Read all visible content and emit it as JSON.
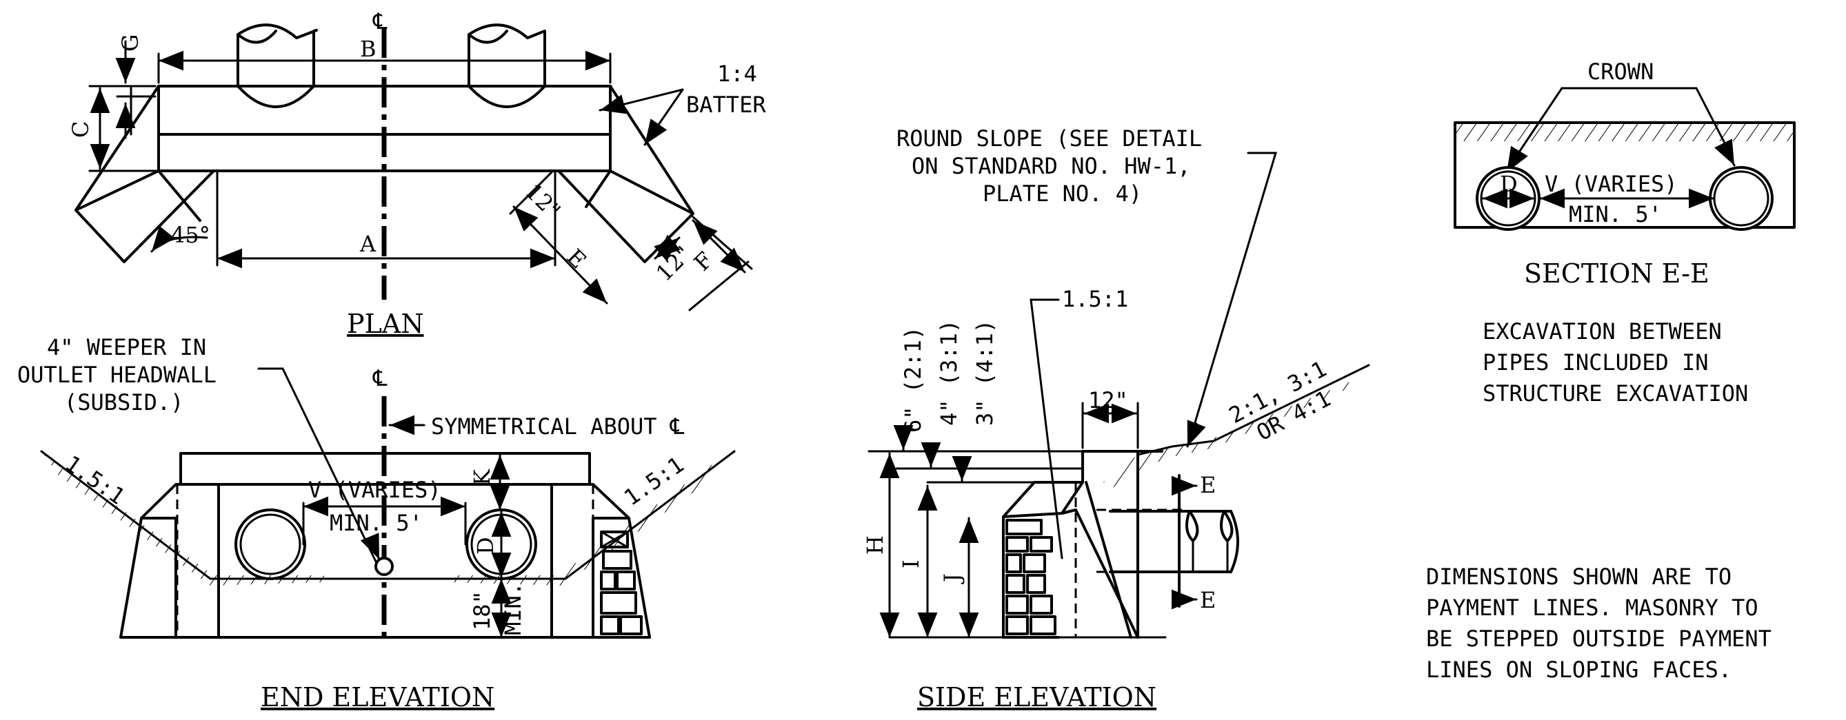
{
  "views": {
    "plan": {
      "title": "PLAN",
      "dim_b": "B",
      "dim_a": "A",
      "dim_c": "C",
      "dim_g": "G",
      "dim_e": "E",
      "dim_f": "F",
      "dim_12a": "12\"",
      "dim_12b": "12\"",
      "angle": "45°",
      "batter_ratio": "1:4",
      "batter_label": "BATTER",
      "centerline": "℄"
    },
    "end_elevation": {
      "title": "END ELEVATION",
      "weeper_line1": "4\" WEEPER IN",
      "weeper_line2": "OUTLET HEADWALL",
      "weeper_line3": "(SUBSID.)",
      "symmetrical": "SYMMETRICAL ABOUT ℄",
      "centerline": "℄",
      "slope_left": "1.5:1",
      "slope_right": "1.5:1",
      "v_varies": "V (VARIES)",
      "min_5": "MIN. 5'",
      "dim_k": "K",
      "dim_d": "D",
      "dim_18": "18\"",
      "dim_min": "MIN."
    },
    "side_elevation": {
      "title": "SIDE ELEVATION",
      "round_slope_line1": "ROUND SLOPE (SEE DETAIL",
      "round_slope_line2": "ON STANDARD NO. HW-1,",
      "round_slope_line3": "PLATE NO. 4)",
      "slope_15": "1.5:1",
      "dim_12": "12\"",
      "slopes_line1": "2:1, 3:1",
      "slopes_line2": "OR 4:1",
      "six_in": "6\" (2:1)",
      "four_in": "4\" (3:1)",
      "three_in": "3\" (4:1)",
      "dim_h": "H",
      "dim_i": "I",
      "dim_j": "J",
      "section_mark_top": "E",
      "section_mark_bottom": "E"
    },
    "section_ee": {
      "title": "SECTION E-E",
      "crown": "CROWN",
      "dim_d": "D",
      "v_varies": "V (VARIES)",
      "min_5": "MIN. 5'"
    }
  },
  "notes": {
    "excavation_line1": "EXCAVATION BETWEEN",
    "excavation_line2": "PIPES INCLUDED IN",
    "excavation_line3": "STRUCTURE EXCAVATION",
    "dimensions_line1": "DIMENSIONS SHOWN ARE TO",
    "dimensions_line2": "PAYMENT LINES. MASONRY TO",
    "dimensions_line3": "BE STEPPED OUTSIDE PAYMENT",
    "dimensions_line4": "LINES ON SLOPING FACES."
  }
}
